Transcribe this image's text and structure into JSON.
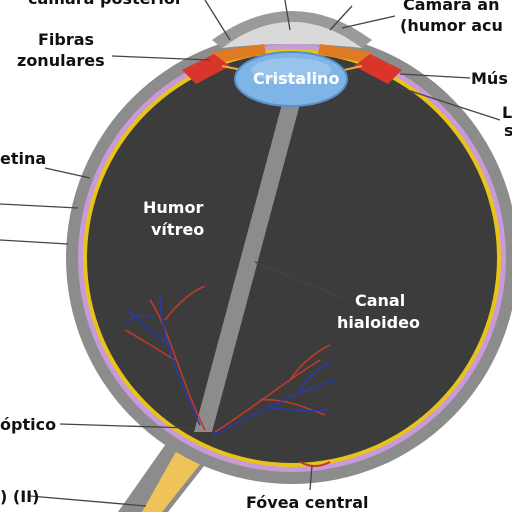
{
  "diagram": {
    "labels": {
      "camara_posterior": "camara posterior",
      "camara_anterior": "Cámara an",
      "humor_acuoso": "(humor acu",
      "fibras": "Fibras",
      "zonulares": "zonulares",
      "cristalino": "Cristalino",
      "musculo": "Mús",
      "ligamento_l": "L",
      "ligamento_s": "s",
      "retina": "etina",
      "humor": "Humor",
      "vitreo": "vítreo",
      "canal": "Canal",
      "hialoideo": "hialoideo",
      "optico": "óptico",
      "nervio": ") (II)",
      "fovea": "Fóvea central"
    },
    "colors": {
      "sclera": "#8c8c8c",
      "choroid": "#c79ad8",
      "retina": "#e8c419",
      "vitreous": "#3c3c3c",
      "lens": "#7fb4e6",
      "iris": "#e07a23",
      "ciliary": "#d9352a",
      "nerve": "#f0c35a",
      "vessel_red": "#c0392b",
      "vessel_blue": "#2a3aa8"
    }
  }
}
